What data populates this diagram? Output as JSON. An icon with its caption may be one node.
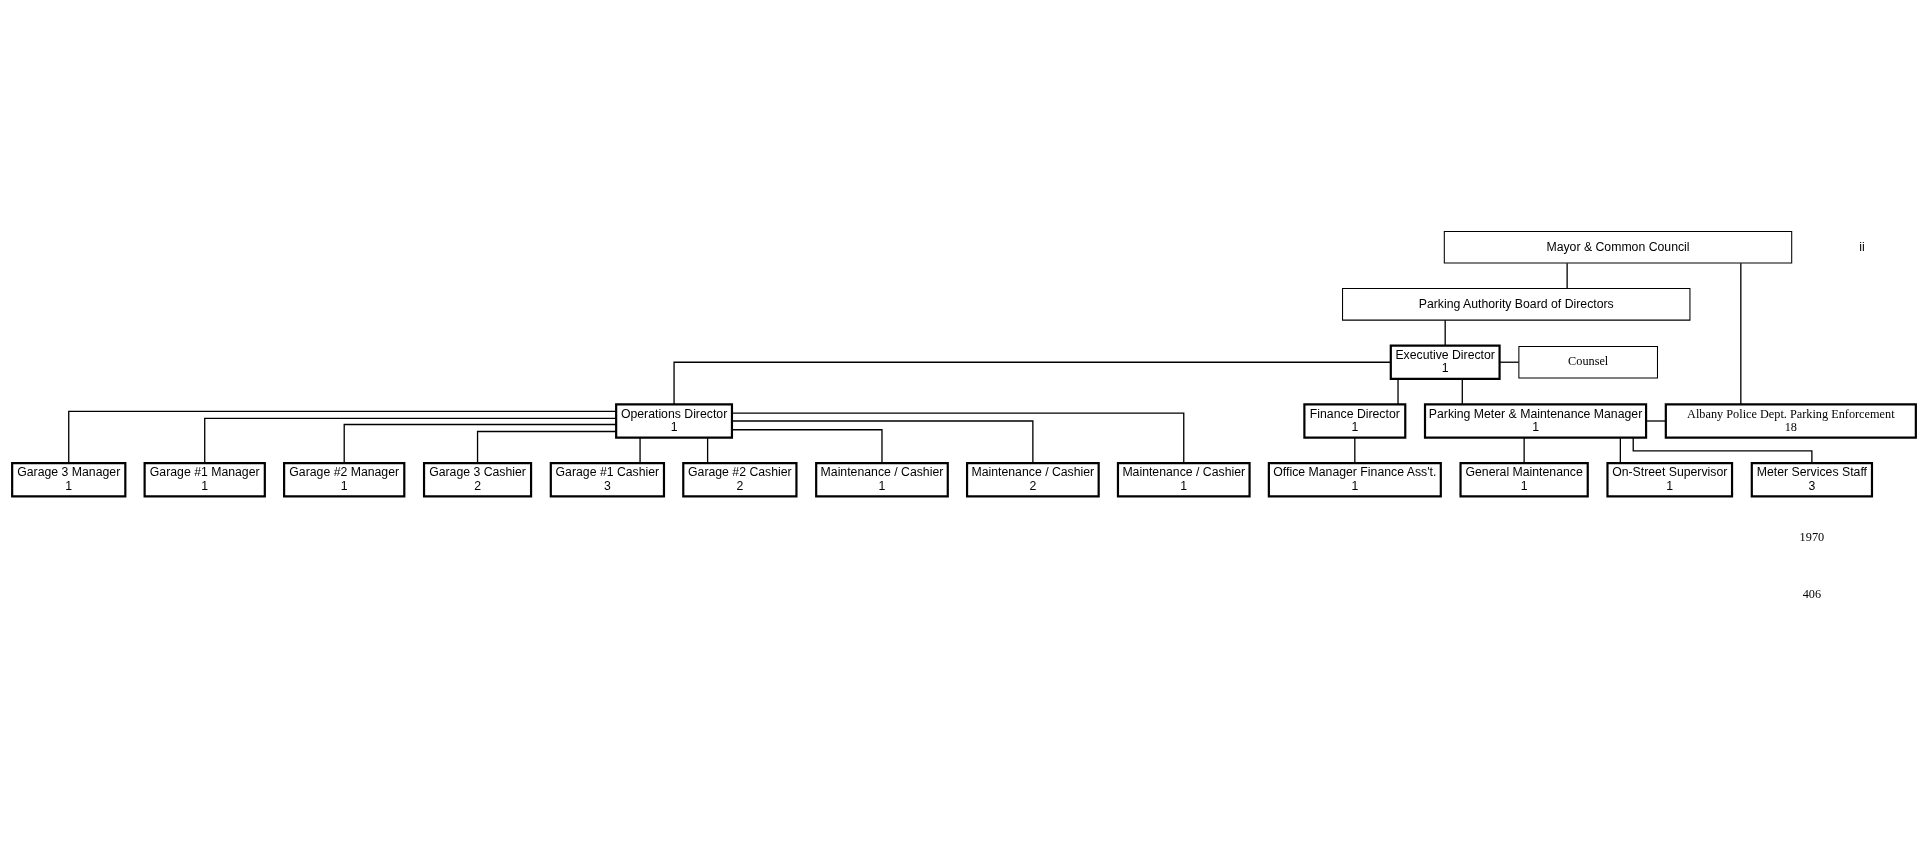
{
  "diagram": {
    "nodes": [
      {
        "text": [
          "Mayor & Common Council"
        ]
      },
      {
        "text": [
          "Parking Authority Board of Directors"
        ]
      },
      {
        "text": [
          "Executive Director",
          "1"
        ]
      },
      {
        "text": [
          "Counsel"
        ]
      },
      {
        "text": [
          "Operations Director",
          "1"
        ]
      },
      {
        "text": [
          "Finance Director",
          "1"
        ]
      },
      {
        "text": [
          "Parking Meter & Maintenance Manager",
          "1"
        ]
      },
      {
        "text": [
          "Albany Police Dept. Parking Enforcement",
          "18"
        ]
      },
      {
        "text": [
          "Garage 3 Manager",
          "1"
        ]
      },
      {
        "text": [
          "Garage #1 Manager",
          "1"
        ]
      },
      {
        "text": [
          "Garage #2 Manager",
          "1"
        ]
      },
      {
        "text": [
          "Office Manager Finance Ass't.",
          "1"
        ]
      },
      {
        "text": [
          "General Maintenance",
          "1"
        ]
      },
      {
        "text": [
          "On-Street Supervisor",
          "1"
        ]
      },
      {
        "text": [
          "Garage 3 Cashier",
          "2"
        ]
      },
      {
        "text": [
          "Garage #1 Cashier",
          "3"
        ]
      },
      {
        "text": [
          "Garage #2 Cashier",
          "2"
        ]
      },
      {
        "text": [
          "Meter Services Staff",
          "3"
        ]
      },
      {
        "text": [
          "Maintenance / Cashier",
          "1"
        ]
      },
      {
        "text": [
          "Maintenance / Cashier",
          "2"
        ]
      },
      {
        "text": [
          "Maintenance / Cashier",
          "1"
        ]
      }
    ],
    "edges": [
      {
        "from": 0,
        "to": 1,
        "arrow": "none"
      },
      {
        "from": 1,
        "to": 2,
        "arrow": "none"
      },
      {
        "from": 2,
        "to": 3,
        "arrow": "none"
      },
      {
        "from": 0,
        "to": 7,
        "arrow": "none"
      },
      {
        "from": 2,
        "to": 4,
        "arrow": "none"
      },
      {
        "from": 2,
        "to": 5,
        "arrow": "none"
      },
      {
        "from": 2,
        "to": 6,
        "arrow": "none"
      },
      {
        "from": 6,
        "to": 7,
        "arrow": "none"
      },
      {
        "from": 4,
        "to": 8,
        "arrow": "none"
      },
      {
        "from": 4,
        "to": 14,
        "arrow": "none"
      },
      {
        "from": 4,
        "to": 18,
        "arrow": "none"
      },
      {
        "from": 4,
        "to": 9,
        "arrow": "none"
      },
      {
        "from": 4,
        "to": 15,
        "arrow": "none"
      },
      {
        "from": 4,
        "to": 19,
        "arrow": "none"
      },
      {
        "from": 4,
        "to": 10,
        "arrow": "none"
      },
      {
        "from": 4,
        "to": 16,
        "arrow": "none"
      },
      {
        "from": 4,
        "to": 20,
        "arrow": "none"
      },
      {
        "from": 5,
        "to": 11,
        "arrow": "none"
      },
      {
        "from": 6,
        "to": 12,
        "arrow": "none"
      },
      {
        "from": 6,
        "to": 13,
        "arrow": "none"
      },
      {
        "from": 6,
        "to": 17,
        "arrow": "none"
      }
    ],
    "labels": [
      "ii",
      "1970",
      "406"
    ]
  }
}
